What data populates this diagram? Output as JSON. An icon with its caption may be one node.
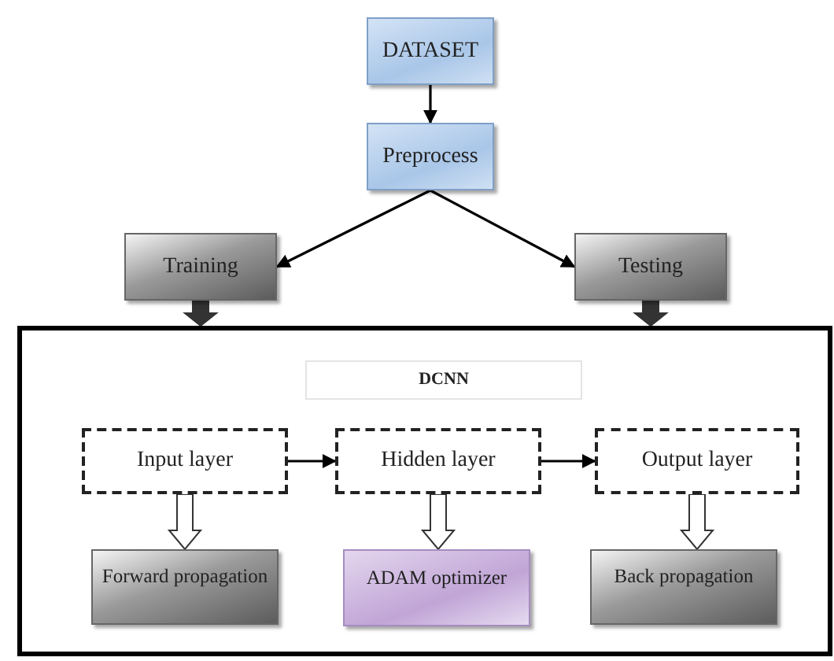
{
  "diagram": {
    "nodes": [
      {
        "text": [
          "DATASET"
        ]
      },
      {
        "text": [
          "Preprocess"
        ]
      },
      {
        "text": [
          "Training"
        ]
      },
      {
        "text": [
          "Testing"
        ]
      },
      {
        "text": [],
        "shape": "box"
      },
      {
        "text": [
          "DCNN"
        ],
        "in": 4
      },
      {
        "text": [
          "Input layer"
        ],
        "in": 4
      },
      {
        "text": [
          "Hidden layer"
        ],
        "in": 4
      },
      {
        "text": [
          "Output layer"
        ],
        "in": 4
      },
      {
        "text": [
          "Forward propagation"
        ],
        "in": 4
      },
      {
        "text": [
          "ADAM optimizer"
        ],
        "in": 4
      },
      {
        "text": [
          "Back propagation"
        ],
        "in": 4
      }
    ],
    "edges": [
      {
        "from": 0,
        "to": 1,
        "arrow": "to"
      },
      {
        "from": 1,
        "to": 2,
        "arrow": "to"
      },
      {
        "from": 1,
        "to": 3,
        "arrow": "to"
      },
      {
        "from": 2,
        "to": 4,
        "arrow": "to",
        "style": "thick",
        "color": "#333333"
      },
      {
        "from": 3,
        "to": 4,
        "arrow": "to",
        "style": "thick",
        "color": "#333333"
      },
      {
        "from": 6,
        "to": 7,
        "arrow": "to"
      },
      {
        "from": 7,
        "to": 8,
        "arrow": "to"
      },
      {
        "from": 6,
        "to": 9,
        "arrow": "to",
        "style": "thick"
      },
      {
        "from": 7,
        "to": 10,
        "arrow": "to",
        "style": "thick"
      },
      {
        "from": 8,
        "to": 11,
        "arrow": "to",
        "style": "thick"
      }
    ]
  }
}
